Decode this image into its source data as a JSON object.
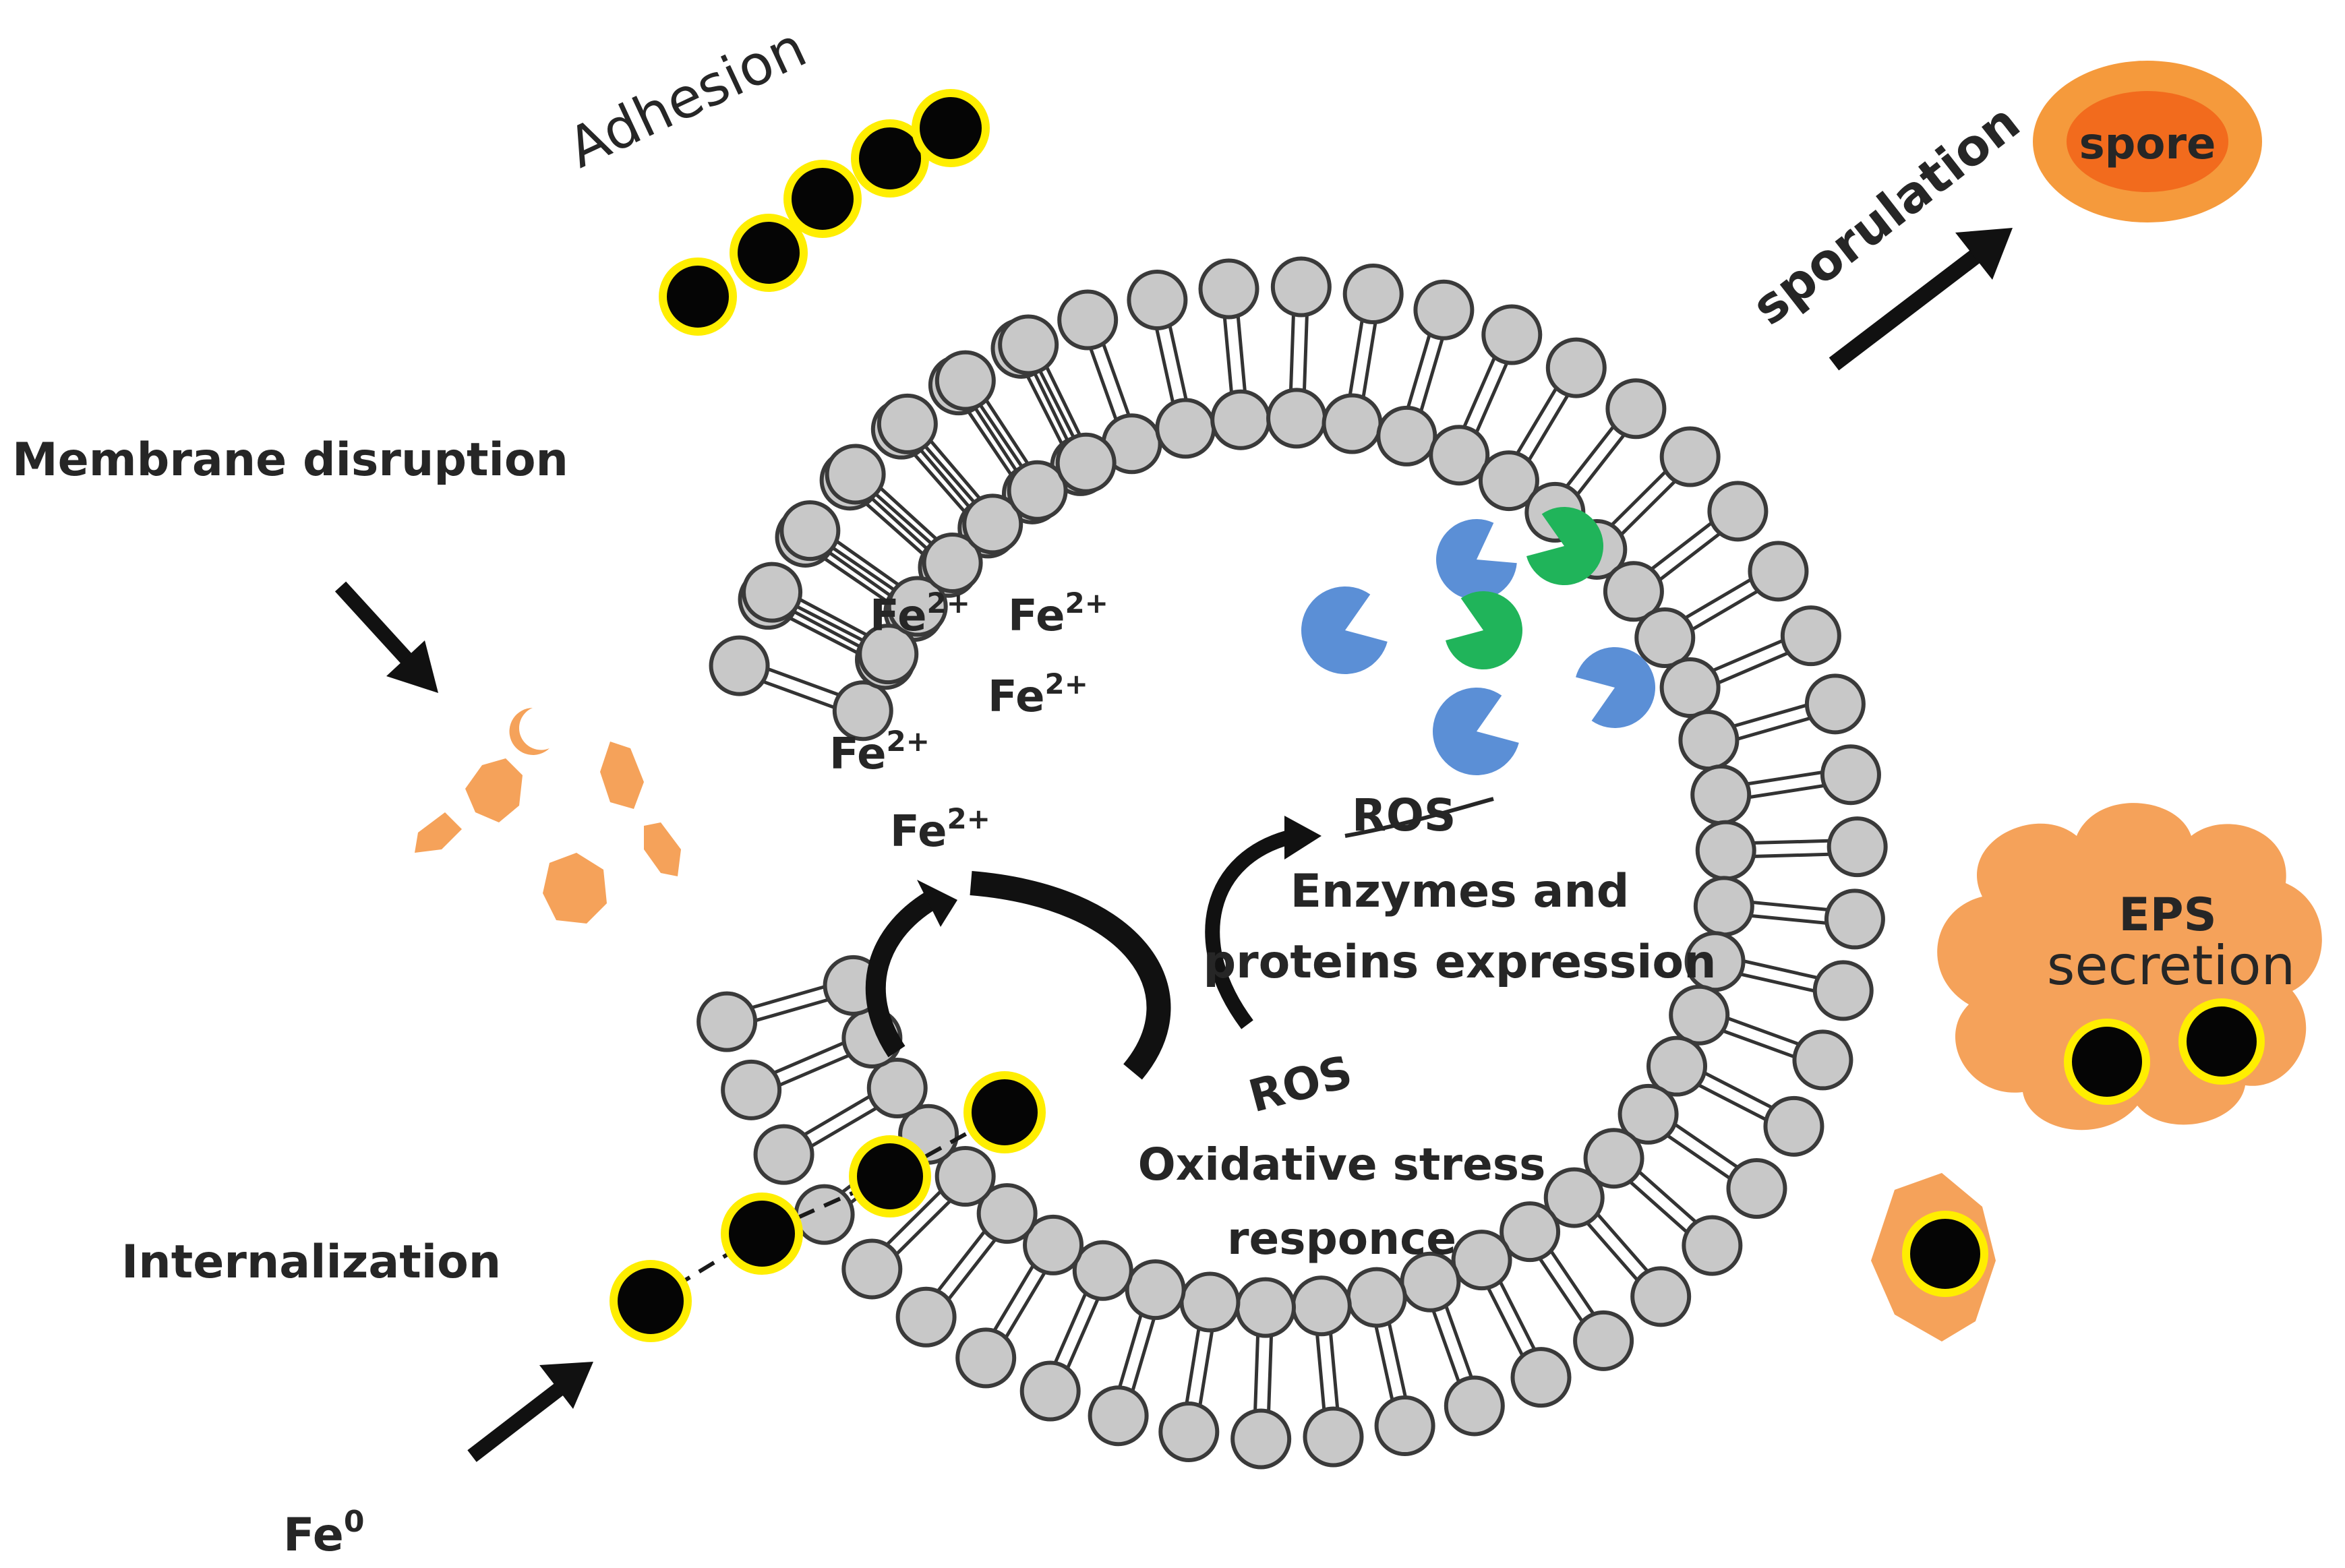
{
  "labels": {
    "adhesion": "Adhesion",
    "membrane_disruption": "Membrane disruption",
    "internalization": "Internalization",
    "fe0_base": "Fe",
    "fe0_sup": "0",
    "sporulation": "sporulation",
    "spore": "spore",
    "eps_line1": "EPS",
    "eps_line2": "secretion",
    "ros_struck": "ROS",
    "enzymes_line1": "Enzymes and",
    "enzymes_line2": "proteins expression",
    "ros": "ROS",
    "oxidative_line1": "Oxidative stress",
    "oxidative_line2": "responce",
    "fe2_base": "Fe",
    "fe2_sup": "2+"
  },
  "colors": {
    "lipid_head_fill": "#c8c8c8",
    "lipid_head_stroke": "#3a3a3a",
    "nanoparticle_core": "#050505",
    "nanoparticle_ring": "#ffee00",
    "debris": "#f5a25a",
    "spore_outer": "#f59a3c",
    "spore_inner": "#f26b1d",
    "eps_cloud": "#f5a25a",
    "enzyme_blue": "#5b8fd6",
    "enzyme_green": "#20b45a",
    "arrow": "#111111"
  }
}
